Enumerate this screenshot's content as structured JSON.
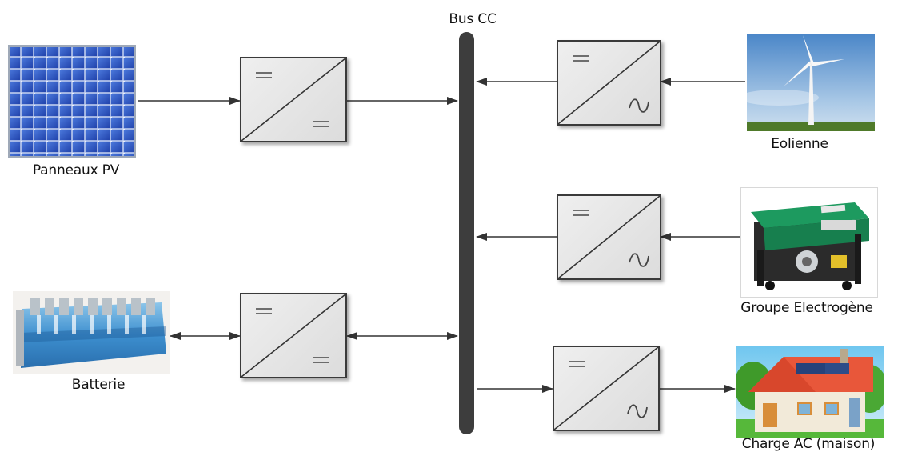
{
  "bus": {
    "label": "Bus CC"
  },
  "sources": {
    "pv": {
      "label": "Panneaux PV",
      "icon": "solar-panel-icon"
    },
    "wind": {
      "label": "Eolienne",
      "icon": "wind-turbine-icon"
    },
    "genset": {
      "label": "Groupe Electrogène",
      "icon": "generator-icon"
    },
    "battery": {
      "label": "Batterie",
      "icon": "battery-pack-icon"
    },
    "load": {
      "label": "Charge AC (maison)",
      "icon": "house-icon"
    }
  },
  "converters": [
    {
      "id": "pv-dcdc",
      "type": "DC/DC"
    },
    {
      "id": "battery-dcdc",
      "type": "DC/DC"
    },
    {
      "id": "wind-acdc",
      "type": "AC/DC"
    },
    {
      "id": "genset-acdc",
      "type": "AC/DC"
    },
    {
      "id": "load-dcac",
      "type": "DC/AC"
    }
  ],
  "colors": {
    "bus": "#3d3d3d",
    "wire": "#333333",
    "converter_fill": "#e4e4e4"
  }
}
